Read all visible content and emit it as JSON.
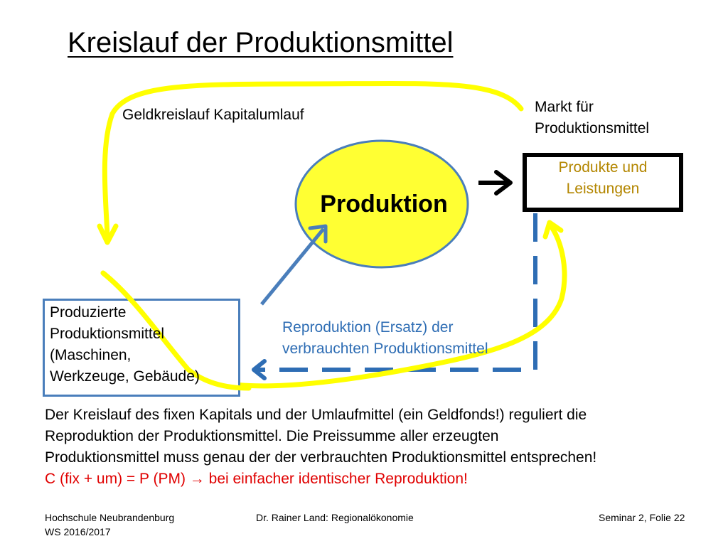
{
  "title": "Kreislauf der Produktionsmittel",
  "labels": {
    "geldkreislauf": "Geldkreislauf Kapitalumlauf",
    "markt_line1": "Markt für",
    "markt_line2": "Produktionsmittel",
    "produktion": "Produktion",
    "produkte_line1": "Produkte und",
    "produkte_line2": "Leistungen",
    "pm_line1": "Produzierte",
    "pm_line2": "Produktionsmittel",
    "pm_line3": "(Maschinen,",
    "pm_line4": "Werkzeuge, Gebäude)",
    "repro_line1": "Reproduktion (Ersatz) der",
    "repro_line2": "verbrauchten Produktionsmittel"
  },
  "body": {
    "line1": "Der Kreislauf des fixen Kapitals und der Umlaufmittel (ein Geldfonds!) reguliert die",
    "line2": "Reproduktion der Produktionsmittel. Die Preissumme aller erzeugten",
    "line3": "Produktionsmittel muss genau der der verbrauchten Produktionsmittel entsprechen!",
    "formula": "C (fix + um) = P (PM) → bei einfacher identischer Reproduktion!"
  },
  "footer": {
    "institution": "Hochschule Neubrandenburg",
    "semester": "WS 2016/2017",
    "lecture": "Dr. Rainer Land: Regionalökonomie",
    "slide": "Seminar 2, Folie 22"
  },
  "colors": {
    "yellow_arrow": "#ffff00",
    "oval_fill": "#ffff33",
    "blue": "#4a7ebb",
    "dashed_blue": "#2e6db4",
    "red": "#e00000",
    "gold_text": "#b38600"
  }
}
